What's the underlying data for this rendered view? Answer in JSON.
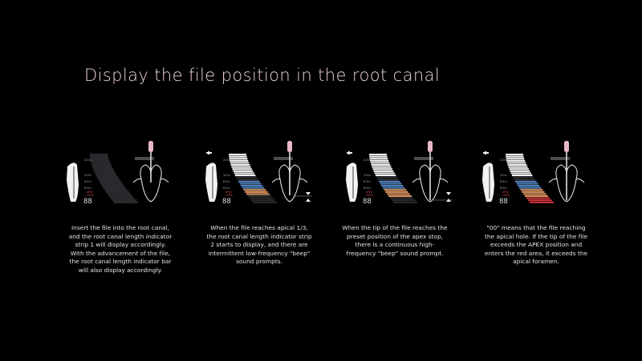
{
  "title": "Display the file position in the root canal",
  "scale_labels": [
    "2.0",
    "1.0",
    "0.5",
    "0.0",
    "APEX",
    "OVER"
  ],
  "counter": "88",
  "colors": {
    "white": "#f4f4f4",
    "blue": "#4f7fb8",
    "orange": "#d9935f",
    "red": "#c8333a",
    "dim": "#2a2a2e",
    "title": "#ecd0d3",
    "handle": "#e8b9c4"
  },
  "panels": [
    {
      "state": {
        "white": 0,
        "blue": 0,
        "orange": 0,
        "red": 0
      },
      "caption": [
        "Insert the file into the root canal,",
        "and the root canal length indicator",
        "strip 1 will display accordingly.",
        "With the advancement of the file,",
        "the root canal length indicator bar",
        "will also display accordingly."
      ]
    },
    {
      "state": {
        "white": 11,
        "blue": 4,
        "orange": 3,
        "red": 0
      },
      "caption": [
        "When the file reaches apical 1/3,",
        "the root canal length indicator strip",
        "2 starts to display, and there are",
        "intermittent low-frequency \"beep\"",
        "sound prompts."
      ]
    },
    {
      "state": {
        "white": 11,
        "blue": 4,
        "orange": 4,
        "red": 0
      },
      "caption": [
        "When the tip of the file reaches the",
        "preset position of the apex stop,",
        "there is a continuous high-",
        "frequency \"beep\" sound prompt."
      ]
    },
    {
      "state": {
        "white": 11,
        "blue": 4,
        "orange": 4,
        "red": 3
      },
      "caption": [
        "\"00\" means that the file reaching",
        "the apical hole. If the tip of the file",
        "exceeds the APEX position and",
        "enters the red area, it exceeds the",
        "apical foramen."
      ]
    }
  ]
}
